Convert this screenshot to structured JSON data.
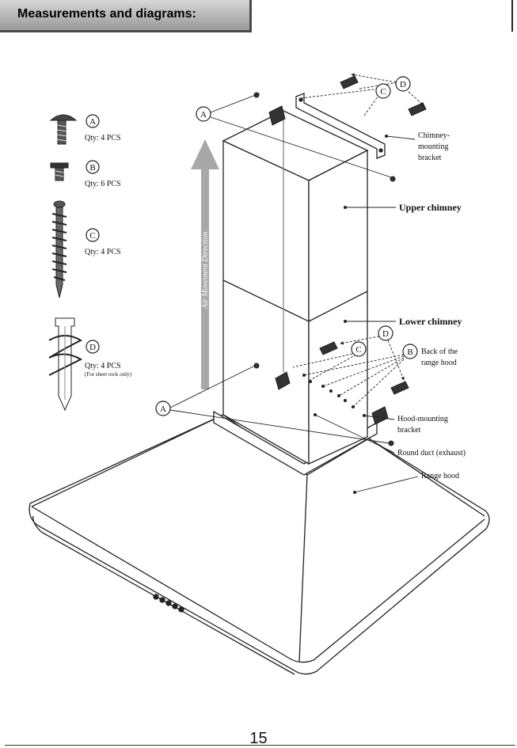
{
  "header": {
    "title": "Measurements and diagrams:"
  },
  "parts": [
    {
      "letter": "A",
      "qty": "Qty: 4 PCS",
      "note": ""
    },
    {
      "letter": "B",
      "qty": "Qty: 6 PCS",
      "note": ""
    },
    {
      "letter": "C",
      "qty": "Qty: 4 PCS",
      "note": ""
    },
    {
      "letter": "D",
      "qty": "Qty: 4 PCS",
      "note": "(For sheet rock only)"
    }
  ],
  "labels": {
    "chimney_bracket_line1": "Chimney-",
    "chimney_bracket_line2": "mounting",
    "chimney_bracket_line3": "bracket",
    "upper_chimney": "Upper chimney",
    "lower_chimney": "Lower chimney",
    "back_line1": "Back of the",
    "back_line2": "range hood",
    "hood_bracket_line1": "Hood-mounting",
    "hood_bracket_line2": "bracket",
    "round_duct": "Round duct (exhaust)",
    "range_hood": "Range hood",
    "air_direction": "Air Movement Direction"
  },
  "callouts": {
    "a": "A",
    "b": "B",
    "c": "C",
    "d": "D"
  },
  "page_number": "15"
}
